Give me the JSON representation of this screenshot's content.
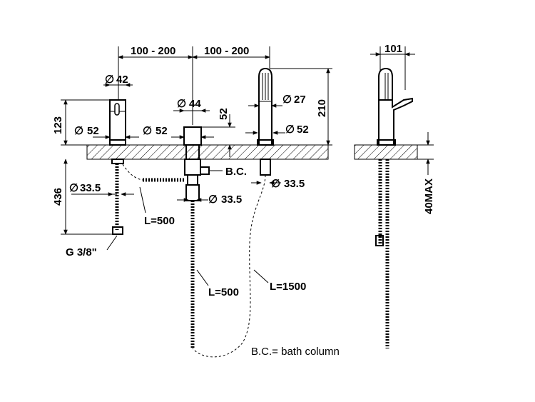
{
  "labels": {
    "span_left": "100 - 200",
    "span_right": "100 - 200",
    "spout_diameter": "42",
    "spout_base_diameter": "52",
    "valve_diameter": "44",
    "valve_base_diameter": "52",
    "valve_height": "52",
    "shower_diameter": "27",
    "shower_base_diameter": "52",
    "shower_height": "210",
    "spout_height": "123",
    "below_deck_length": "436",
    "spout_pipe_diameter": "33.5",
    "valve_pipe_diameter": "33.5",
    "shower_pipe_diameter": "33.5",
    "bc_short": "B.C.",
    "hose_l500_a": "L=500",
    "hose_l500_b": "L=500",
    "hose_l1500": "L=1500",
    "thread": "G 3/8\"",
    "side_width": "101",
    "deck_max": "40MAX",
    "legend": "B.C.= bath column"
  }
}
